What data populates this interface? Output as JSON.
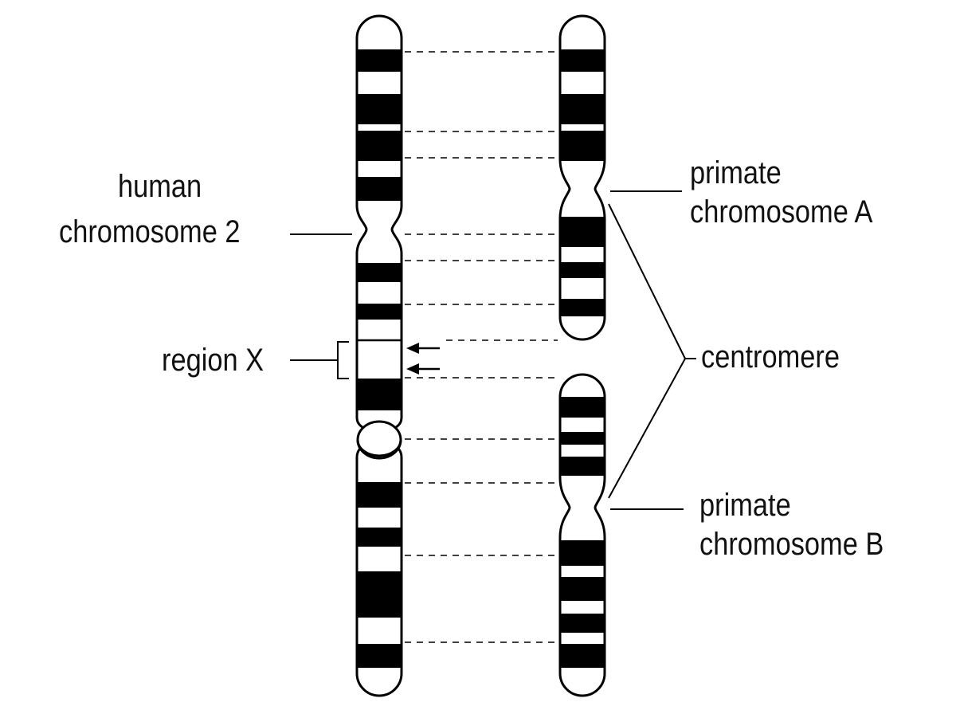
{
  "labels": {
    "human_line1": "human",
    "human_line2": "chromosome 2",
    "region_x": "region X",
    "primate_a_line1": "primate",
    "primate_a_line2": "chromosome A",
    "centromere": "centromere",
    "primate_b_line1": "primate",
    "primate_b_line2": "chromosome B"
  },
  "colors": {
    "ink": "#000000",
    "background": "#ffffff"
  }
}
